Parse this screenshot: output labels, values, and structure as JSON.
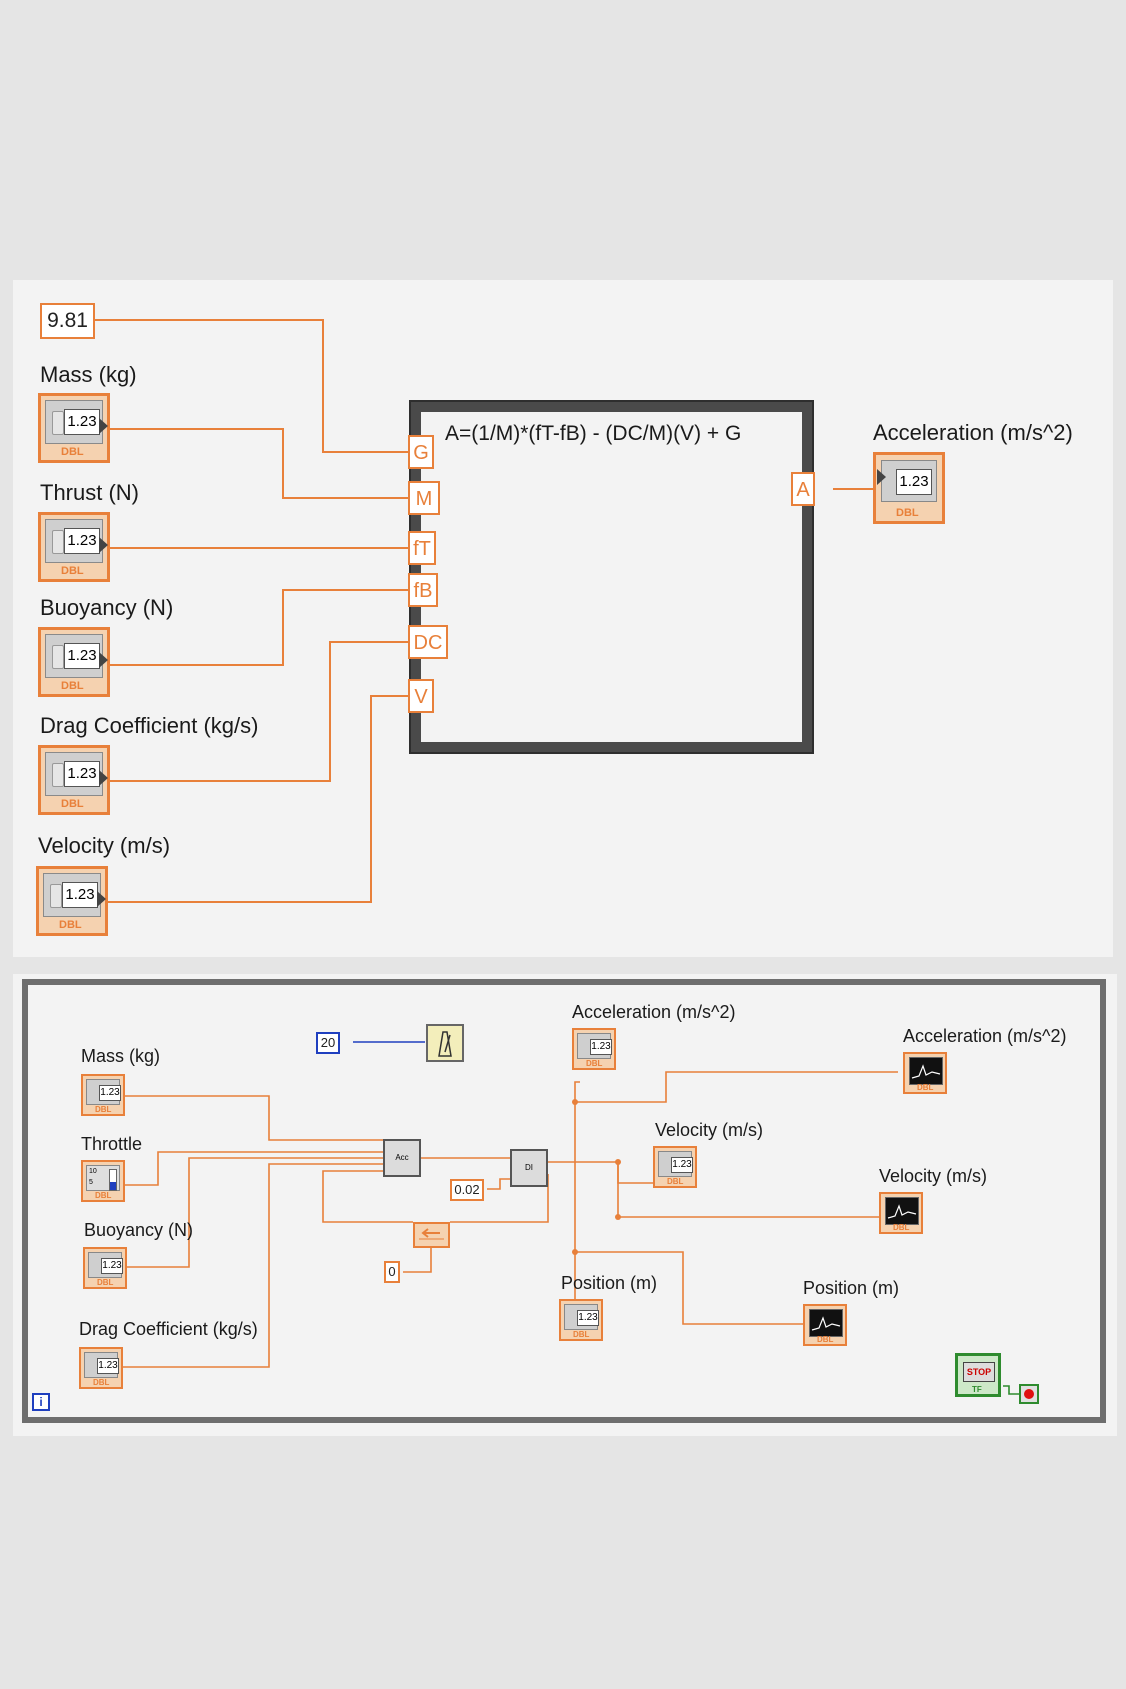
{
  "formula_node": {
    "constant": "9.81",
    "controls": [
      {
        "label": "Mass (kg)",
        "value": "1.23",
        "type": "DBL"
      },
      {
        "label": "Thrust (N)",
        "value": "1.23",
        "type": "DBL"
      },
      {
        "label": "Buoyancy (N)",
        "value": "1.23",
        "type": "DBL"
      },
      {
        "label": "Drag Coefficient (kg/s)",
        "value": "1.23",
        "type": "DBL"
      },
      {
        "label": "Velocity (m/s)",
        "value": "1.23",
        "type": "DBL"
      }
    ],
    "formula": "A=(1/M)*(fT-fB) - (DC/M)(V) + G",
    "inputs": [
      "G",
      "M",
      "fT",
      "fB",
      "DC",
      "V"
    ],
    "output": "A",
    "indicator": {
      "label": "Acceleration (m/s^2)",
      "value": "1.23",
      "type": "DBL"
    }
  },
  "while_loop": {
    "controls": {
      "mass": {
        "label": "Mass (kg)",
        "value": "1.23",
        "type": "DBL"
      },
      "throttle": {
        "label": "Throttle",
        "scale_top": "10",
        "scale_mid": "5",
        "type": "DBL"
      },
      "buoyancy": {
        "label": "Buoyancy (N)",
        "value": "1.23",
        "type": "DBL"
      },
      "drag": {
        "label": "Drag Coefficient (kg/s)",
        "value": "1.23",
        "type": "DBL"
      }
    },
    "constants": {
      "wait": "20",
      "dt": "0.02",
      "init": "0"
    },
    "subvis": {
      "acc": "Acc",
      "di": "DI"
    },
    "indicators": {
      "acceleration": {
        "label": "Acceleration (m/s^2)",
        "value": "1.23"
      },
      "velocity": {
        "label": "Velocity (m/s)",
        "value": "1.23"
      },
      "position": {
        "label": "Position (m)",
        "value": "1.23"
      }
    },
    "graphs": {
      "acceleration": {
        "label": "Acceleration (m/s^2)"
      },
      "velocity": {
        "label": "Velocity (m/s)"
      },
      "position": {
        "label": "Position (m)"
      }
    },
    "stop": {
      "label": "STOP",
      "type": "TF"
    },
    "iteration": "i",
    "type_dbl": "DBL"
  },
  "colors": {
    "wire_dbl": "#e8803a",
    "wire_i32": "#1f3fbf",
    "loop_border": "#6e6e6e",
    "formula_border": "#4a4a4a"
  }
}
